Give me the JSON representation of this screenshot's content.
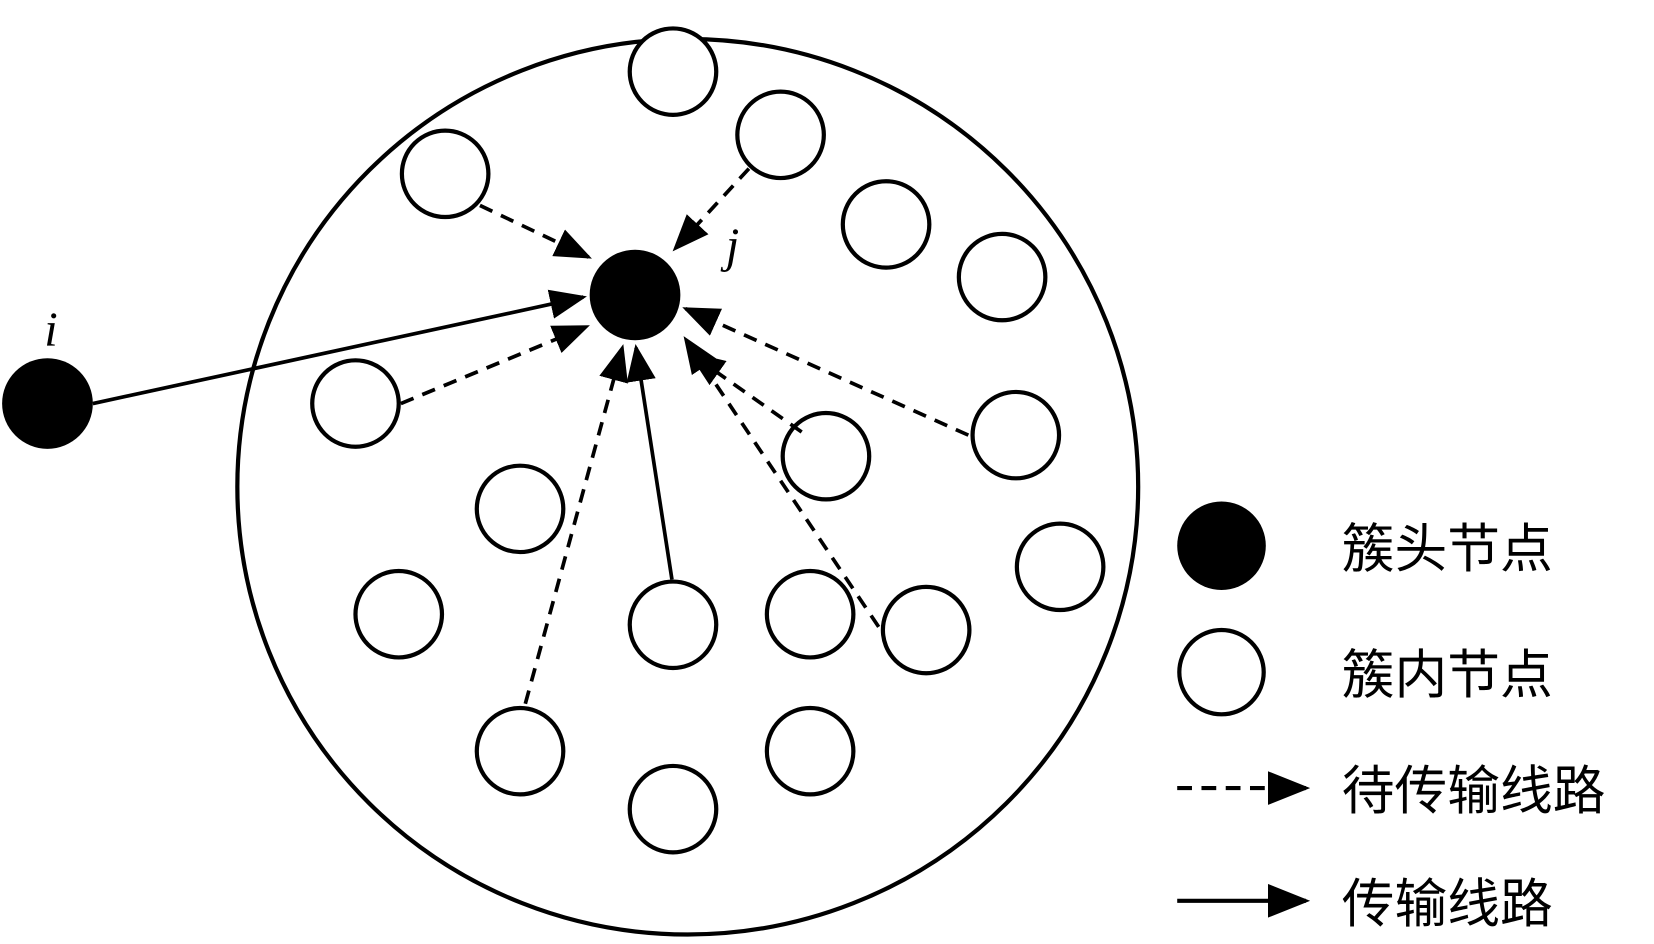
{
  "labels": {
    "source_node": "i",
    "cluster_head": "j"
  },
  "legend": [
    {
      "symbol": "filled-circle",
      "text": "簇头节点"
    },
    {
      "symbol": "hollow-circle",
      "text": "簇内节点"
    },
    {
      "symbol": "dashed-arrow",
      "text": "待传输线路"
    },
    {
      "symbol": "solid-arrow",
      "text": "传输线路"
    }
  ],
  "colors": {
    "stroke": "#000000",
    "fill": "#ffffff"
  }
}
